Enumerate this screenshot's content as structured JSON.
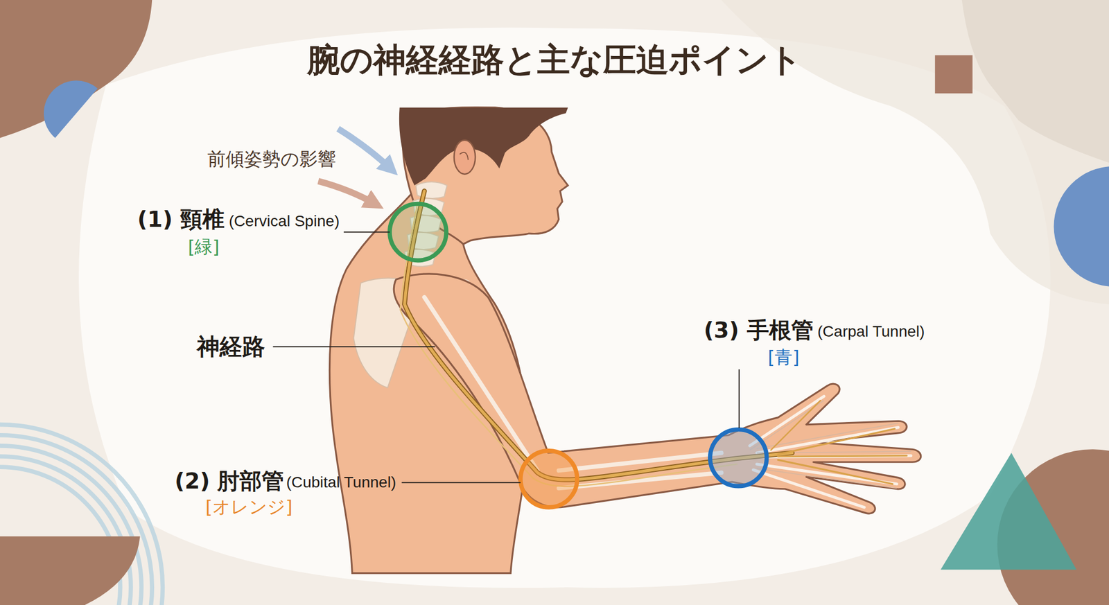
{
  "diagram": {
    "title": "腕の神経経路と主な圧迫ポイント",
    "labels": [
      "前傾姿勢の影響",
      "(1) 頸椎",
      "(Cervical Spine)",
      "[緑]",
      "神経路",
      "(3) 手根管",
      "(Carpal Tunnel)",
      "[青]",
      "(2) 肘部管",
      "(Cubital Tunnel)",
      "[オレンジ]"
    ]
  }
}
